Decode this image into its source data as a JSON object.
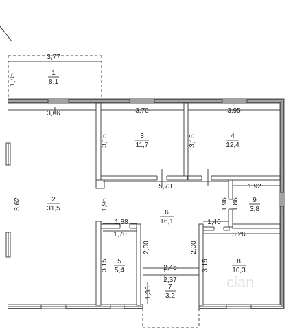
{
  "rooms": [
    {
      "id": "1",
      "number": "1",
      "area": "8,1"
    },
    {
      "id": "2",
      "number": "2",
      "area": "31,5"
    },
    {
      "id": "3",
      "number": "3",
      "area": "11,7"
    },
    {
      "id": "4",
      "number": "4",
      "area": "12,4"
    },
    {
      "id": "5",
      "number": "5",
      "area": "5,4"
    },
    {
      "id": "6",
      "number": "6",
      "area": "16,1"
    },
    {
      "id": "7",
      "number": "7",
      "area": "3,2"
    },
    {
      "id": "8",
      "number": "8",
      "area": "10,3"
    },
    {
      "id": "9",
      "number": "9",
      "area": "3,8"
    }
  ],
  "dimensions": {
    "terrace_width": "3,77",
    "terrace_depth": "1,85",
    "room2_width": "3,66",
    "room2_depth": "8,62",
    "room3_width": "3,70",
    "room3_depth": "3,15",
    "room4_width": "3,95",
    "room4_depth": "3,15",
    "hall_width": "5,73",
    "hall_depth_left": "1,96",
    "hall_depth_right": "1,96",
    "room9_width": "1,92",
    "room9_depth": "1,86",
    "room5_width_top": "1,88",
    "room5_width": "1,70",
    "room5_depth": "3,15",
    "corridor_left_depth": "2,00",
    "corridor_right_depth": "2,00",
    "room8_top_offset": "1,40",
    "room8_width": "3,26",
    "room8_depth": "3,15",
    "corridor_width": "2,45",
    "porch_width": "2,37",
    "porch_depth": "1,33"
  },
  "watermark": "cian"
}
